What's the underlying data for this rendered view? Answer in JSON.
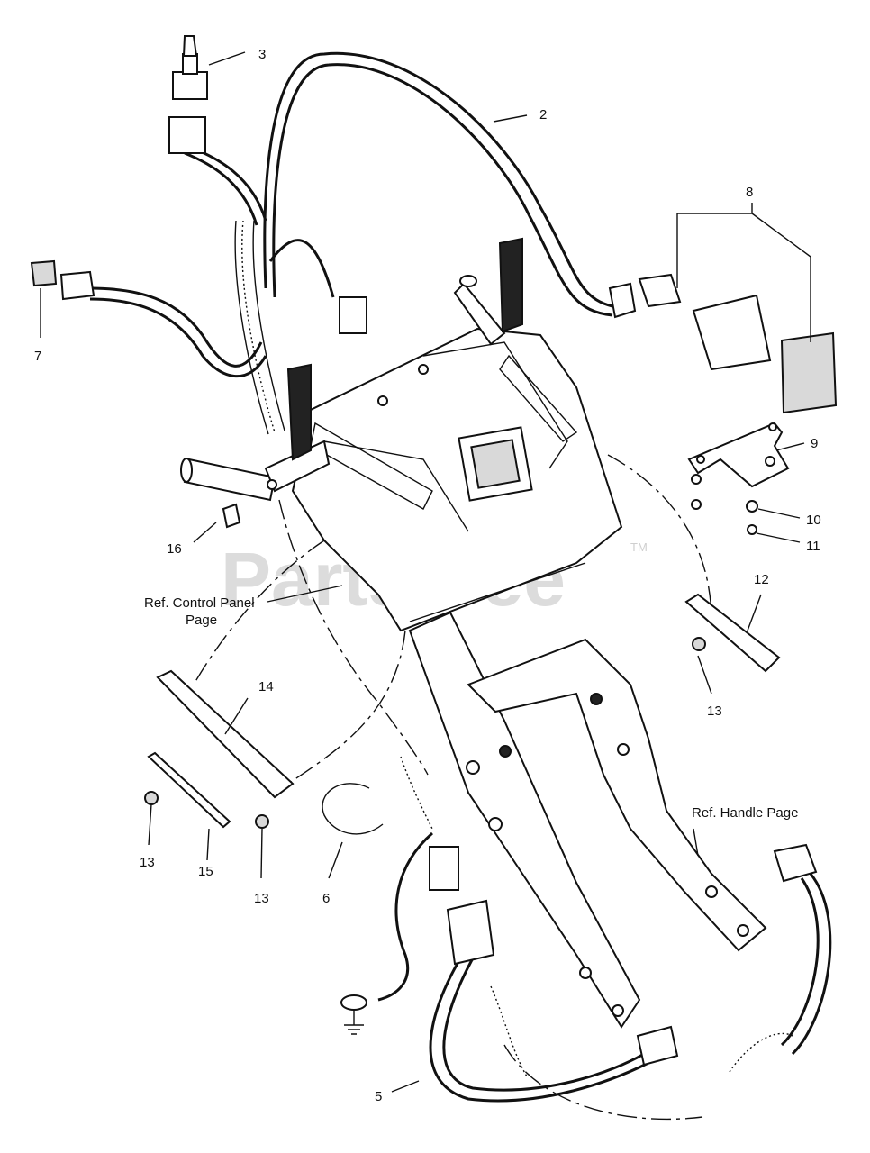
{
  "watermark": {
    "text": "PartsTree",
    "trademark": "TM"
  },
  "callouts": [
    {
      "id": "c3",
      "text": "3"
    },
    {
      "id": "c2",
      "text": "2"
    },
    {
      "id": "c8",
      "text": "8"
    },
    {
      "id": "c7",
      "text": "7"
    },
    {
      "id": "c9",
      "text": "9"
    },
    {
      "id": "c10",
      "text": "10"
    },
    {
      "id": "c11",
      "text": "11"
    },
    {
      "id": "c16",
      "text": "16"
    },
    {
      "id": "c12",
      "text": "12"
    },
    {
      "id": "c13a",
      "text": "13"
    },
    {
      "id": "c14",
      "text": "14"
    },
    {
      "id": "c13b",
      "text": "13"
    },
    {
      "id": "c15",
      "text": "15"
    },
    {
      "id": "c13c",
      "text": "13"
    },
    {
      "id": "c6",
      "text": "6"
    },
    {
      "id": "c5",
      "text": "5"
    }
  ],
  "references": {
    "control_panel_line1": "Ref. Control Panel",
    "control_panel_line2": "Page",
    "handle": "Ref. Handle Page"
  }
}
